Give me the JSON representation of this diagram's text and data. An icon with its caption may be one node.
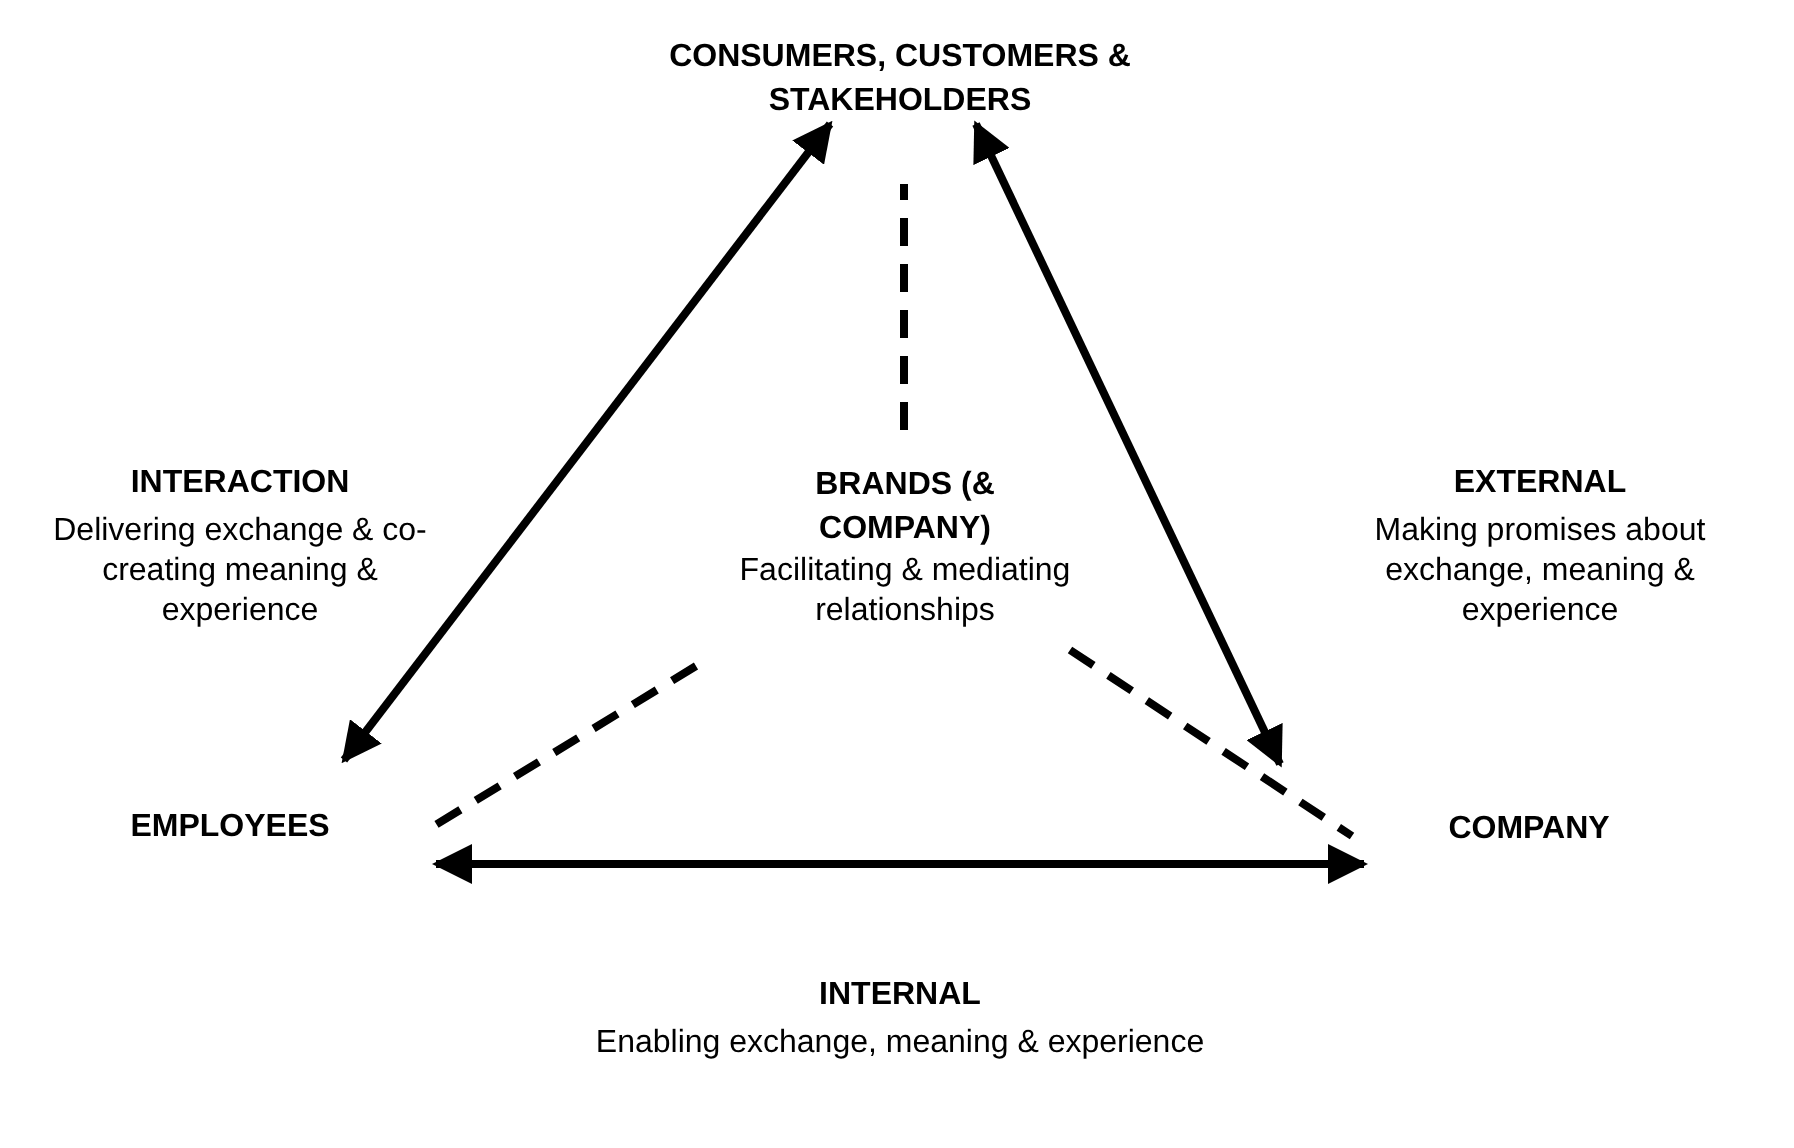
{
  "diagram": {
    "nodes": [
      {
        "text": [
          "CONSUMERS, CUSTOMERS & STAKEHOLDERS"
        ]
      },
      {
        "text": [
          "BRANDS (& COMPANY)",
          "Facilitating & mediating relationships"
        ]
      },
      {
        "text": [
          "EMPLOYEES"
        ]
      },
      {
        "text": [
          "COMPANY"
        ]
      }
    ],
    "edges": [
      {
        "from": 0,
        "to": 2,
        "arrow": "both"
      },
      {
        "from": 0,
        "to": 3,
        "arrow": "both"
      },
      {
        "from": 2,
        "to": 3,
        "arrow": "both"
      },
      {
        "from": 1,
        "to": 0,
        "arrow": "none",
        "style": "dashed"
      },
      {
        "from": 1,
        "to": 2,
        "arrow": "none",
        "style": "dashed"
      },
      {
        "from": 1,
        "to": 3,
        "arrow": "none",
        "style": "dashed"
      }
    ],
    "labels": [
      "INTERACTION",
      "Delivering exchange & co-creating meaning & experience",
      "EXTERNAL",
      "Making promises about exchange, meaning & experience",
      "INTERNAL",
      "Enabling exchange, meaning & experience"
    ]
  }
}
